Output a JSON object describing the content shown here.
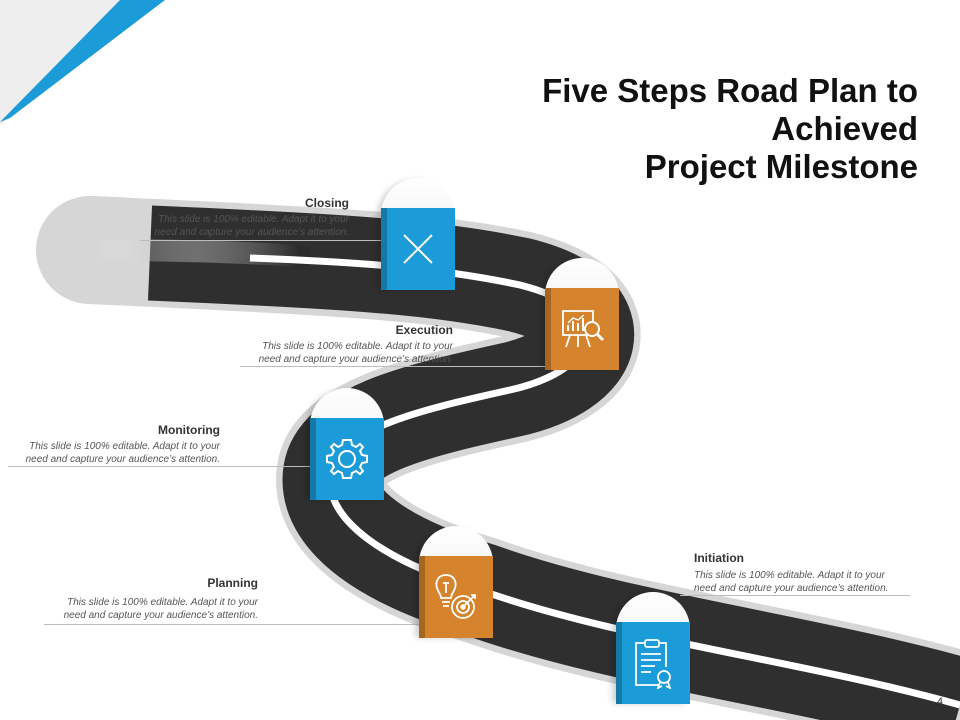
{
  "slide": {
    "title_lines": [
      "Five Steps Road Plan to",
      "Achieved",
      "Project Milestone"
    ],
    "page_number": "4"
  },
  "steps": [
    {
      "id": "closing",
      "label": "Closing",
      "desc_lines": [
        "This slide is 100% editable. Adapt it to your",
        "need and capture your audience’s attention."
      ],
      "color": "#1b9bd7",
      "icon": "close-x-icon"
    },
    {
      "id": "execution",
      "label": "Execution",
      "desc_lines": [
        "This slide is 100% editable. Adapt it to your",
        "need and capture your audience’s attention."
      ],
      "color": "#d5832c",
      "icon": "presentation-analysis-icon"
    },
    {
      "id": "monitoring",
      "label": "Monitoring",
      "desc_lines": [
        "This slide is 100% editable. Adapt it to your",
        "need and capture your audience’s attention."
      ],
      "color": "#1b9bd7",
      "icon": "gear-icon"
    },
    {
      "id": "planning",
      "label": "Planning",
      "desc_lines": [
        "This slide is 100% editable. Adapt it to your",
        "need and capture your audience’s attention."
      ],
      "color": "#d5832c",
      "icon": "idea-target-icon"
    },
    {
      "id": "initiation",
      "label": "Initiation",
      "desc_lines": [
        "This slide is 100% editable. Adapt it to your",
        "need and capture your audience’s attention."
      ],
      "color": "#1b9bd7",
      "icon": "clipboard-certificate-icon"
    }
  ]
}
